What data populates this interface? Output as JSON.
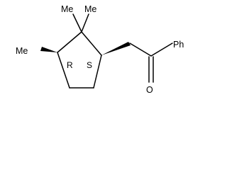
{
  "molecule": {
    "labels": {
      "methyl_top_left": "Me",
      "methyl_top_right": "Me",
      "methyl_left": "Me",
      "phenyl": "Ph",
      "oxygen": "O"
    },
    "stereocenters": {
      "left": "R",
      "right": "S"
    }
  }
}
